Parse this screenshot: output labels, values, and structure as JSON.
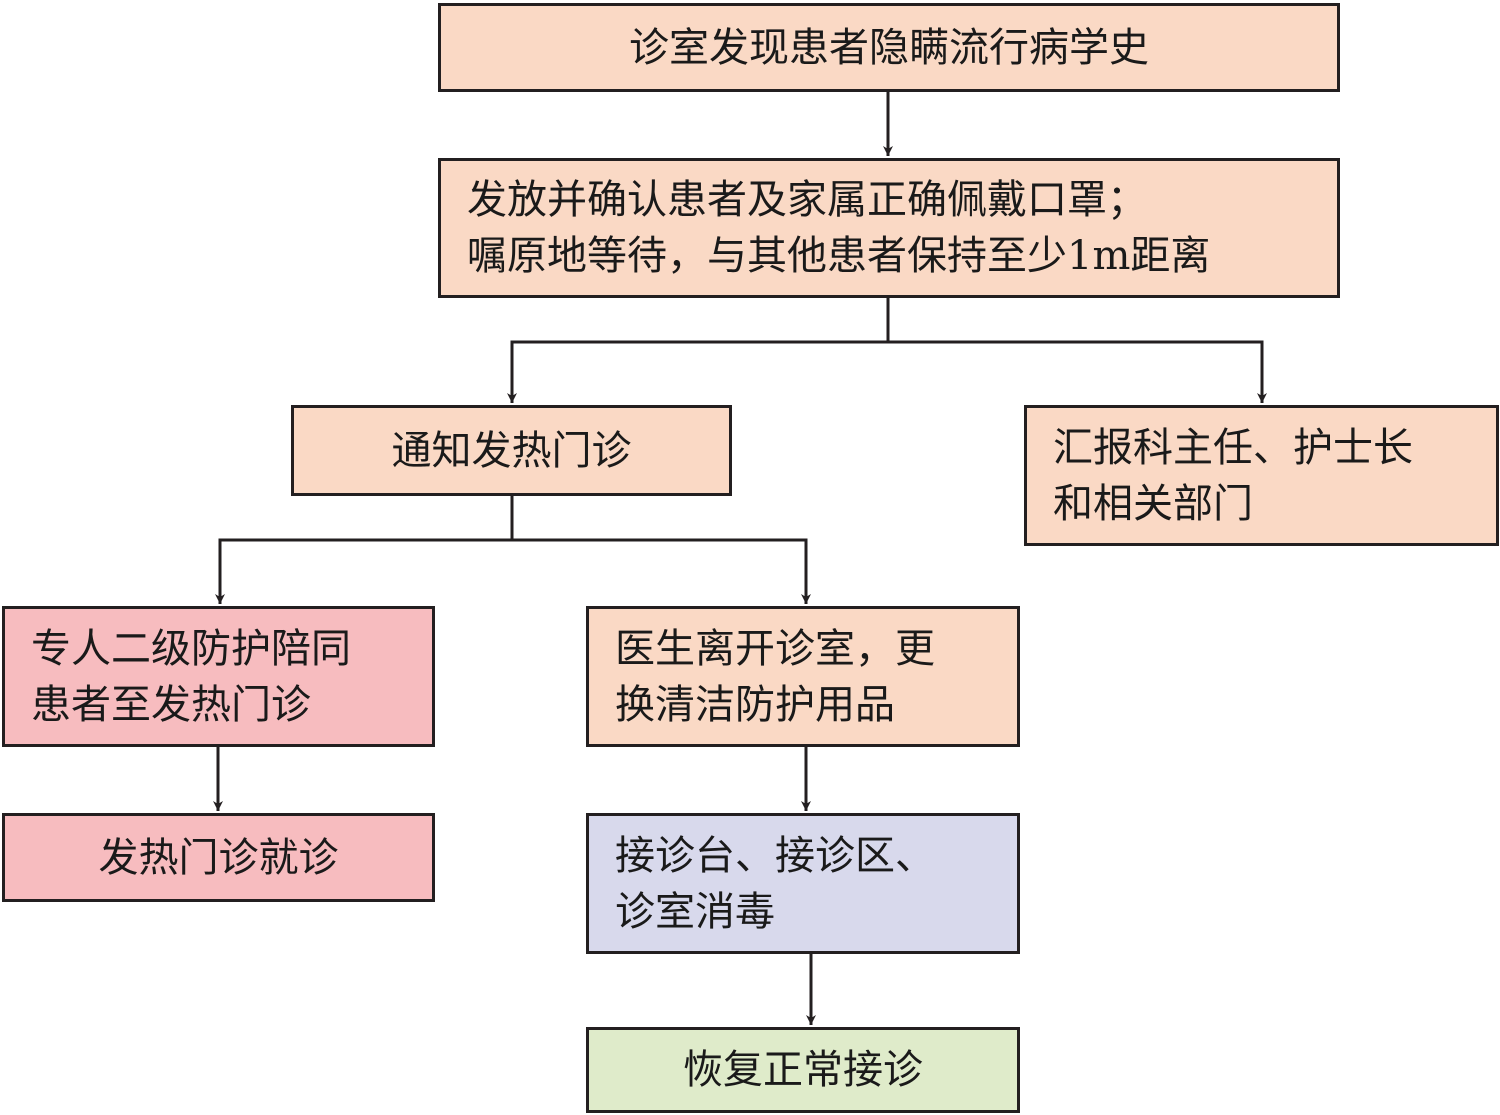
{
  "diagram": {
    "nodes": {
      "discover": {
        "lines": [
          "诊室发现患者隐瞒流行病学史"
        ],
        "fill": "#fad9c5"
      },
      "mask": {
        "lines": [
          "发放并确认患者及家属正确佩戴口罩；",
          "嘱原地等待，与其他患者保持至少1m距离"
        ],
        "fill": "#fad9c5"
      },
      "notify": {
        "lines": [
          "通知发热门诊"
        ],
        "fill": "#fad9c5"
      },
      "report": {
        "lines": [
          "汇报科主任、护士长",
          "和相关部门"
        ],
        "fill": "#fad9c5"
      },
      "escort": {
        "lines": [
          "专人二级防护陪同",
          "患者至发热门诊"
        ],
        "fill": "#f7bcbf"
      },
      "doctor": {
        "lines": [
          "医生离开诊室，更",
          "换清洁防护用品"
        ],
        "fill": "#fad9c5"
      },
      "visit": {
        "lines": [
          "发热门诊就诊"
        ],
        "fill": "#f7bcbf"
      },
      "disinfect": {
        "lines": [
          "接诊台、接诊区、",
          "诊室消毒"
        ],
        "fill": "#d8d9ec"
      },
      "resume": {
        "lines": [
          "恢复正常接诊"
        ],
        "fill": "#dfebca"
      }
    },
    "edges": [
      [
        "discover",
        "mask"
      ],
      [
        "mask",
        "notify"
      ],
      [
        "mask",
        "report"
      ],
      [
        "notify",
        "escort"
      ],
      [
        "notify",
        "doctor"
      ],
      [
        "escort",
        "visit"
      ],
      [
        "doctor",
        "disinfect"
      ],
      [
        "disinfect",
        "resume"
      ]
    ],
    "line_color": "#231f20"
  }
}
